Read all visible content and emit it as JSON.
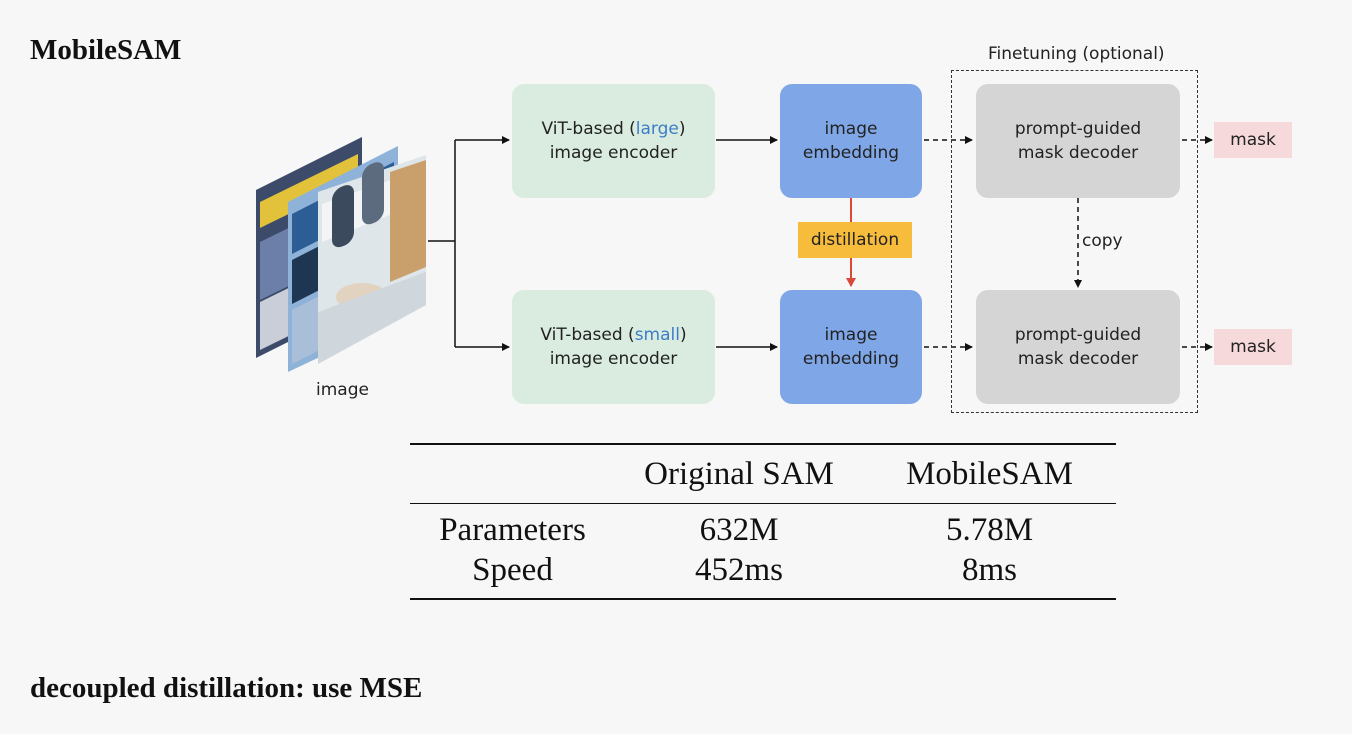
{
  "slide": {
    "title": "MobileSAM",
    "footer": "decoupled distillation: use MSE"
  },
  "diagram": {
    "input_label": "image",
    "encoder_large": {
      "prefix": "ViT-based (",
      "highlight": "large",
      "suffix": ")",
      "line2": "image encoder"
    },
    "encoder_small": {
      "prefix": "ViT-based (",
      "highlight": "small",
      "suffix": ")",
      "line2": "image encoder"
    },
    "embedding_top": {
      "line1": "image",
      "line2": "embedding"
    },
    "embedding_bottom": {
      "line1": "image",
      "line2": "embedding"
    },
    "distillation_label": "distillation",
    "finetuning_label": "Finetuning (optional)",
    "decoder_top": {
      "line1": "prompt-guided",
      "line2": "mask decoder"
    },
    "decoder_bottom": {
      "line1": "prompt-guided",
      "line2": "mask decoder"
    },
    "copy_label": "copy",
    "mask_top": "mask",
    "mask_bottom": "mask",
    "colors": {
      "encoder": "#d9ecdf",
      "embedding": "#7fa6e6",
      "decoder": "#d5d5d5",
      "mask": "#f6d9da",
      "distillation": "#f7bc3c",
      "distillation_arrow": "#d9493a",
      "highlight_text": "#3d7dc7"
    }
  },
  "table": {
    "columns": [
      "",
      "Original SAM",
      "MobileSAM"
    ],
    "rows": [
      [
        "Parameters",
        "632M",
        "5.78M"
      ],
      [
        "Speed",
        "452ms",
        "8ms"
      ]
    ]
  }
}
